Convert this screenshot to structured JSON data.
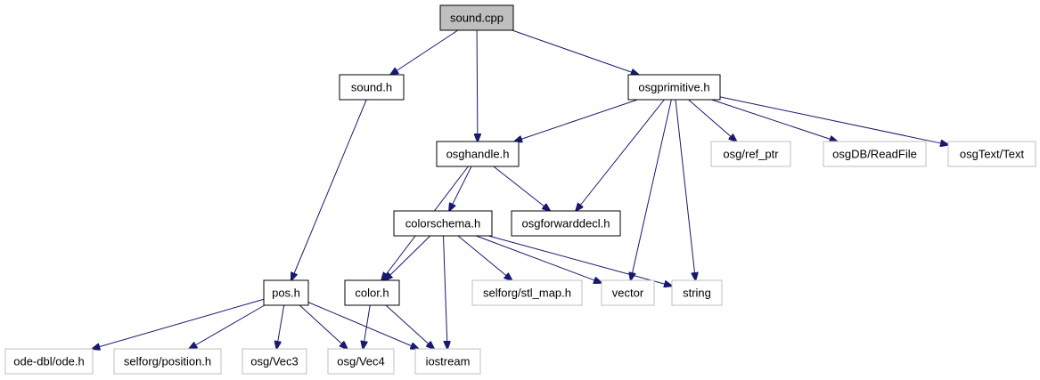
{
  "nodes": [
    {
      "id": "sound_cpp",
      "label": "sound.cpp",
      "style": "root"
    },
    {
      "id": "sound_h",
      "label": "sound.h",
      "style": "documented"
    },
    {
      "id": "osgprimitive_h",
      "label": "osgprimitive.h",
      "style": "documented"
    },
    {
      "id": "osghandle_h",
      "label": "osghandle.h",
      "style": "documented"
    },
    {
      "id": "osg_ref_ptr",
      "label": "osg/ref_ptr",
      "style": "external"
    },
    {
      "id": "osgDB_ReadFile",
      "label": "osgDB/ReadFile",
      "style": "external"
    },
    {
      "id": "osgText_Text",
      "label": "osgText/Text",
      "style": "external"
    },
    {
      "id": "colorschema_h",
      "label": "colorschema.h",
      "style": "documented"
    },
    {
      "id": "osgforwarddecl_h",
      "label": "osgforwarddecl.h",
      "style": "documented"
    },
    {
      "id": "pos_h",
      "label": "pos.h",
      "style": "documented"
    },
    {
      "id": "color_h",
      "label": "color.h",
      "style": "documented"
    },
    {
      "id": "selforg_stl_map_h",
      "label": "selforg/stl_map.h",
      "style": "external"
    },
    {
      "id": "vector",
      "label": "vector",
      "style": "external"
    },
    {
      "id": "string",
      "label": "string",
      "style": "external"
    },
    {
      "id": "ode_dbl_ode_h",
      "label": "ode-dbl/ode.h",
      "style": "external"
    },
    {
      "id": "selforg_position_h",
      "label": "selforg/position.h",
      "style": "external"
    },
    {
      "id": "osg_Vec3",
      "label": "osg/Vec3",
      "style": "external"
    },
    {
      "id": "osg_Vec4",
      "label": "osg/Vec4",
      "style": "external"
    },
    {
      "id": "iostream",
      "label": "iostream",
      "style": "external"
    }
  ],
  "edges": [
    {
      "from": "sound_cpp",
      "to": "sound_h"
    },
    {
      "from": "sound_cpp",
      "to": "osghandle_h"
    },
    {
      "from": "sound_cpp",
      "to": "osgprimitive_h"
    },
    {
      "from": "sound_h",
      "to": "pos_h"
    },
    {
      "from": "osgprimitive_h",
      "to": "osghandle_h"
    },
    {
      "from": "osgprimitive_h",
      "to": "osgforwarddecl_h"
    },
    {
      "from": "osgprimitive_h",
      "to": "vector"
    },
    {
      "from": "osgprimitive_h",
      "to": "string"
    },
    {
      "from": "osgprimitive_h",
      "to": "osg_ref_ptr"
    },
    {
      "from": "osgprimitive_h",
      "to": "osgDB_ReadFile"
    },
    {
      "from": "osgprimitive_h",
      "to": "osgText_Text"
    },
    {
      "from": "osghandle_h",
      "to": "color_h"
    },
    {
      "from": "osghandle_h",
      "to": "colorschema_h"
    },
    {
      "from": "osghandle_h",
      "to": "osgforwarddecl_h"
    },
    {
      "from": "colorschema_h",
      "to": "color_h"
    },
    {
      "from": "colorschema_h",
      "to": "iostream"
    },
    {
      "from": "colorschema_h",
      "to": "selforg_stl_map_h"
    },
    {
      "from": "colorschema_h",
      "to": "vector"
    },
    {
      "from": "colorschema_h",
      "to": "string"
    },
    {
      "from": "pos_h",
      "to": "ode_dbl_ode_h"
    },
    {
      "from": "pos_h",
      "to": "selforg_position_h"
    },
    {
      "from": "pos_h",
      "to": "osg_Vec3"
    },
    {
      "from": "pos_h",
      "to": "osg_Vec4"
    },
    {
      "from": "pos_h",
      "to": "iostream"
    },
    {
      "from": "color_h",
      "to": "osg_Vec4"
    },
    {
      "from": "color_h",
      "to": "iostream"
    }
  ],
  "colors": {
    "edge": "#191970",
    "root_fill": "#bfbfbf",
    "documented_border": "#000000",
    "external_border": "#bfbfbf",
    "external_text": "#000000"
  }
}
